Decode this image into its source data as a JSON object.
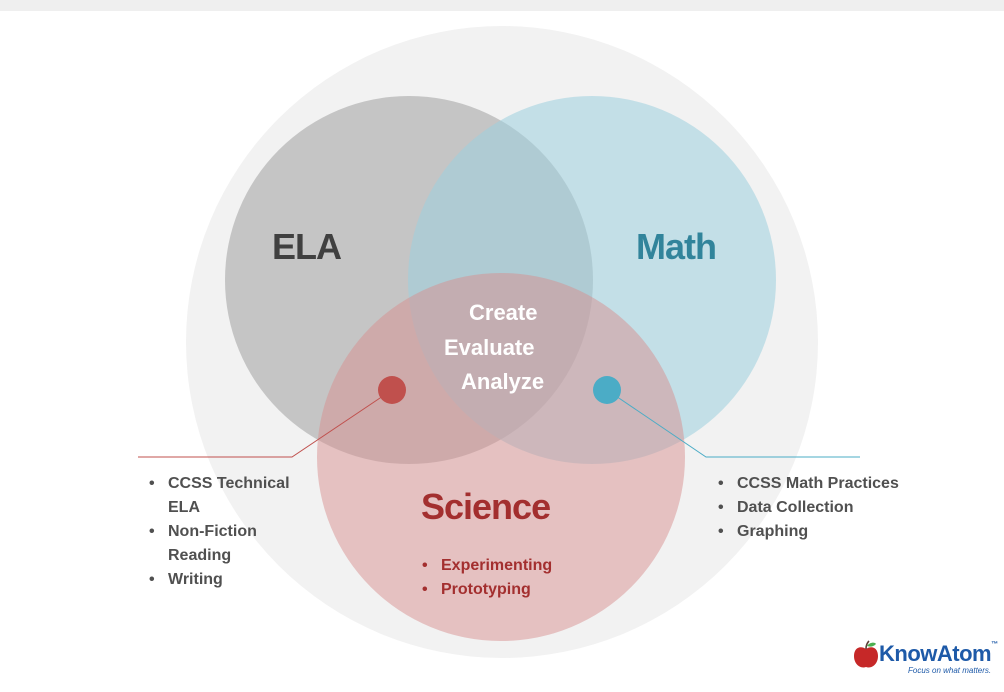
{
  "diagram": {
    "circles": {
      "ela": {
        "title": "ELA",
        "bullets": [
          "CCSS Technical ELA",
          "Non-Fiction Reading",
          "Writing"
        ]
      },
      "math": {
        "title": "Math",
        "bullets": [
          "CCSS Math Practices",
          "Data Collection",
          "Graphing"
        ]
      },
      "science": {
        "title": "Science",
        "bullets": [
          "Experimenting",
          "Prototyping"
        ]
      }
    },
    "center_words": [
      "Create",
      "Evaluate",
      "Analyze"
    ],
    "colors": {
      "ela": "#a6a6a6",
      "math": "#9ccfdf",
      "science": "#d88f8f",
      "ela_title": "#404040",
      "math_title": "#31849b",
      "science_title": "#a32f2f",
      "ela_marker": "#c0504d",
      "math_marker": "#4bacc6",
      "background_circle": "#f2f2f2"
    }
  },
  "logo": {
    "name": "KnowAtom",
    "tm": "™",
    "tagline": "Focus on what matters."
  }
}
